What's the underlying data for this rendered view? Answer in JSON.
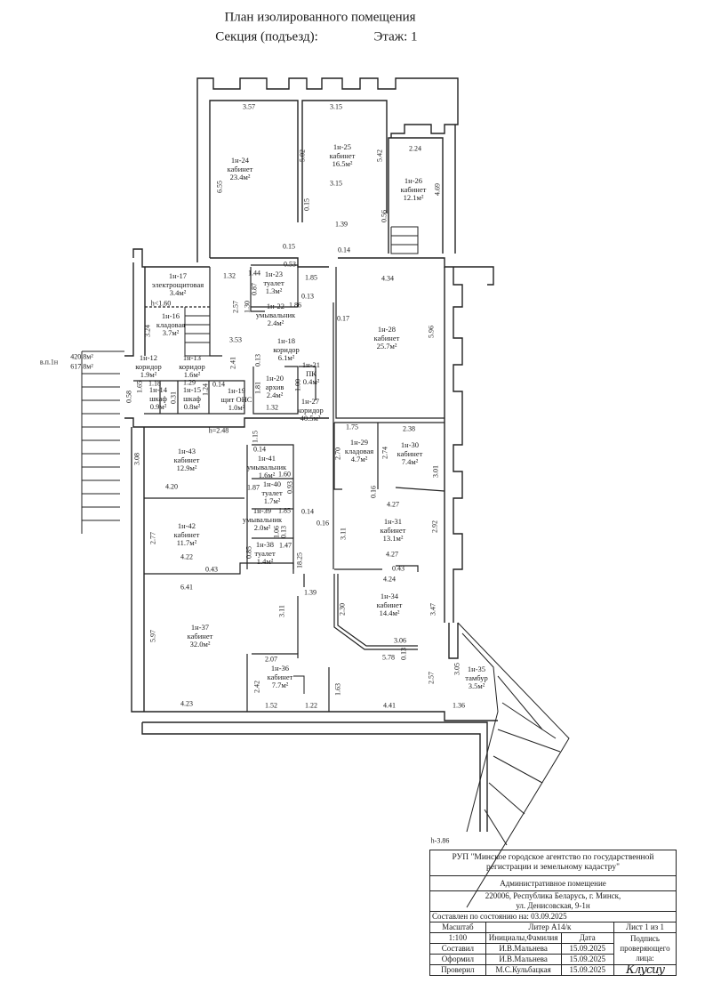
{
  "header": {
    "title": "План изолированного помещения",
    "section_label": "Секция (подъезд):",
    "floor_label": "Этаж: 1"
  },
  "side_note": {
    "label": "в.п.1н",
    "area_1": "420.8м²",
    "area_2": "617.8м²"
  },
  "rooms": [
    {
      "id": "1н-24",
      "name": "кабинет",
      "area": "23.4м²"
    },
    {
      "id": "1н-25",
      "name": "кабинет",
      "area": "16.5м²"
    },
    {
      "id": "1н-26",
      "name": "кабинет",
      "area": "12.1м²"
    },
    {
      "id": "1н-17",
      "name": "электрощитовая",
      "area": "3.4м²"
    },
    {
      "id": "1н-16",
      "name": "кладовая",
      "area": "3.7м²"
    },
    {
      "id": "1н-12",
      "name": "коридор",
      "area": "1.9м²"
    },
    {
      "id": "1н-13",
      "name": "коридор",
      "area": "1.6м²"
    },
    {
      "id": "1н-14",
      "name": "шкаф",
      "area": "0.9м²"
    },
    {
      "id": "1н-15",
      "name": "шкаф",
      "area": "0.8м²"
    },
    {
      "id": "1н-19",
      "name": "щит ОНС",
      "area": "1.0м²"
    },
    {
      "id": "1н-18",
      "name": "коридор",
      "area": "6.1м²"
    },
    {
      "id": "1н-20",
      "name": "архив",
      "area": "2.4м²"
    },
    {
      "id": "1н-21",
      "name": "ПК",
      "area": "0.4м²"
    },
    {
      "id": "1н-22",
      "name": "умывальник",
      "area": "2.4м²"
    },
    {
      "id": "1н-23",
      "name": "туалет",
      "area": "1.3м²"
    },
    {
      "id": "1н-27",
      "name": "коридор",
      "area": "40.5м²"
    },
    {
      "id": "1н-28",
      "name": "кабинет",
      "area": "25.7м²"
    },
    {
      "id": "1н-43",
      "name": "кабинет",
      "area": "12.9м²"
    },
    {
      "id": "1н-41",
      "name": "умывальник",
      "area": "1.6м²"
    },
    {
      "id": "1н-40",
      "name": "туалет",
      "area": "1.7м²"
    },
    {
      "id": "1н-39",
      "name": "умывальник",
      "area": "2.0м²"
    },
    {
      "id": "1н-38",
      "name": "туалет",
      "area": "1.4м²"
    },
    {
      "id": "1н-42",
      "name": "кабинет",
      "area": "11.7м²"
    },
    {
      "id": "1н-37",
      "name": "кабинет",
      "area": "32.0м²"
    },
    {
      "id": "1н-36",
      "name": "кабинет",
      "area": "7.7м²"
    },
    {
      "id": "1н-29",
      "name": "кладовая",
      "area": "4.7м²"
    },
    {
      "id": "1н-30",
      "name": "кабинет",
      "area": "7.4м²"
    },
    {
      "id": "1н-31",
      "name": "кабинет",
      "area": "13.1м²"
    },
    {
      "id": "1н-34",
      "name": "кабинет",
      "area": "14.4м²"
    },
    {
      "id": "1н-35",
      "name": "тамбур",
      "area": "3.5м²"
    }
  ],
  "dimensions": [
    "3.57",
    "3.15",
    "5.02",
    "5.42",
    "6.55",
    "3.15",
    "2.24",
    "4.69",
    "0.15",
    "0.56",
    "1.39",
    "0.15",
    "0.53",
    "0.14",
    "1.32",
    "1.44",
    "0.87",
    "1.85",
    "1.30",
    "1.86",
    "0.13",
    "2.57",
    "3.53",
    "h<1.60",
    "3.24",
    "2.41",
    "1.65",
    "1.18",
    "0.31",
    "1.29",
    "1.24",
    "0.14",
    "0.58",
    "0.13",
    "1.81",
    "1.00",
    "1.32",
    "4.34",
    "0.17",
    "5.96",
    "h=2.48",
    "1.15",
    "3.08",
    "4.20",
    "0.14",
    "1.60",
    "0.93",
    "1.87",
    "0.14",
    "1.85",
    "1.06",
    "0.13",
    "1.47",
    "0.85",
    "2.77",
    "4.22",
    "0.43",
    "18.25",
    "1.75",
    "2.38",
    "2.70",
    "2.74",
    "3.01",
    "0.16",
    "4.27",
    "0.16",
    "3.11",
    "2.92",
    "4.27",
    "0.43",
    "4.24",
    "6.41",
    "1.39",
    "3.11",
    "2.30",
    "3.47",
    "5.97",
    "3.06",
    "5.78",
    "0.13",
    "2.07",
    "2.42",
    "1.63",
    "2.57",
    "3.05",
    "4.23",
    "1.52",
    "1.22",
    "4.41",
    "1.36",
    "h-3.86"
  ],
  "title_block": {
    "organization": "РУП \"Минское городское агентство по государственной регистрации и земельному кадастру\"",
    "object_type": "Административное помещение",
    "address_line1": "220006, Республика Беларусь, г. Минск,",
    "address_line2": "ул. Денисовская, 9-1н",
    "compiled_as_of": "Составлен по состоянию на: 03.09.2025",
    "scale_label": "Масштаб",
    "scale_value": "1:100",
    "liter": "Литер А14/к",
    "sheet": "Лист 1 из 1",
    "col_name": "Инициалы,Фамилия",
    "col_date": "Дата",
    "signature_label": "Подпись проверяющего лица:",
    "signature": "Клусиу",
    "rows": [
      {
        "role": "Составил",
        "name": "И.В.Мальнева",
        "date": "15.09.2025"
      },
      {
        "role": "Оформил",
        "name": "И.В.Мальнева",
        "date": "15.09.2025"
      },
      {
        "role": "Проверил",
        "name": "М.С.Кульбацкая",
        "date": "15.09.2025"
      }
    ]
  }
}
